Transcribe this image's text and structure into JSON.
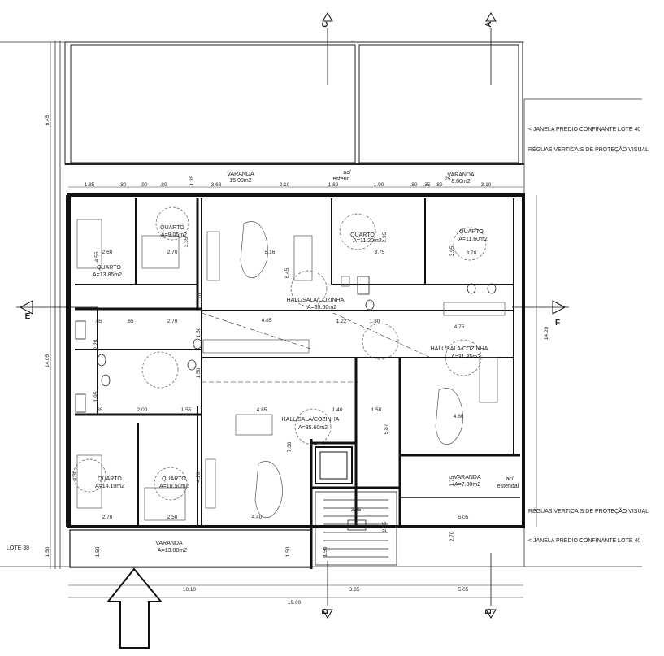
{
  "sections": {
    "a": "A",
    "b": "B",
    "c": "C",
    "d": "D",
    "e": "E",
    "f": "F"
  },
  "rooms": {
    "quarto_1": {
      "name": "QUARTO",
      "area": "A=9.05m2"
    },
    "quarto_2": {
      "name": "QUARTO",
      "area": "A=13.85m2"
    },
    "quarto_3": {
      "name": "QUARTO",
      "area": "A=11.20m2"
    },
    "quarto_4": {
      "name": "QUARTO",
      "area": "A=11.60m2"
    },
    "hall_1": {
      "name": "HALL/SALA/COZINHA",
      "area": "A=35.60m2"
    },
    "hall_2": {
      "name": "HALL/SALA/COZINHA",
      "area": "A=31.35m2"
    },
    "hall_3": {
      "name": "HALL/SALA/COZINHA",
      "area": "A=35.60m2"
    },
    "quarto_5": {
      "name": "QUARTO",
      "area": "A=14.10m2"
    },
    "quarto_6": {
      "name": "QUARTO",
      "area": "A=10.50m2"
    }
  },
  "varandas": {
    "top_left": {
      "name": "VARANDA",
      "area": "15.00m2"
    },
    "top_right": {
      "name": "VARANDA",
      "area": "8.60m2"
    },
    "bottom_left": {
      "name": "VARANDA",
      "area": "A=13.00m2"
    },
    "bottom_right": {
      "name": "VARANDA",
      "area": "A=7.80m2"
    }
  },
  "service": {
    "ac_1": "ac/",
    "estend_1": "estend",
    "ac_2": "ac/",
    "estend_2": "estendal"
  },
  "notes": {
    "janela_top": "< JANELA PRÉDIO CONFINANTE LOTE 40",
    "reguas_top": "RÉGUAS VERTICAIS DE PROTEÇÃO VISUAL",
    "reguas_bottom": "RÉGUAS VERTICAIS DE PROTEÇÃO VISUAL",
    "janela_bottom": "< JANELA PRÉDIO CONFINANTE LOTE 40",
    "lote": "LOTE 38"
  },
  "dims": {
    "top": [
      "1.85",
      ".80",
      ".90",
      ".80",
      "1.35",
      "3.63",
      "2.10",
      "1.80",
      "1.90",
      ".80",
      ".35",
      ".80",
      ".25",
      "3.10"
    ],
    "left": [
      "6.45",
      "14.05",
      "1.50"
    ],
    "right": "14.20",
    "bottom": [
      "10.10",
      "3.85",
      "5.05",
      "19.00"
    ],
    "inner": {
      "d_260": "2.60",
      "d_270a": "2.70",
      "d_455": "4.55",
      "d_335": "3.35",
      "d_516": "5.16",
      "d_645": "6.45",
      "d_295": "2.95",
      "d_375": "3.75",
      "d_370": "3.70",
      "d_395": "3.95",
      "d_110": "1.10",
      "d_485a": "4.85",
      "d_65a": ".65",
      "d_65b": ".65",
      "d_270b": "2.70",
      "d_150a": "1.50",
      "d_122": "1.22",
      "d_130": "1.30",
      "d_475": "4.75",
      "d_220": "2.20",
      "d_195": "1.95",
      "d_65c": ".65",
      "d_200": "2.00",
      "d_155": "1.55",
      "d_150b": "1.50",
      "d_485b": "4.85",
      "d_140": "1.40",
      "d_150c": "1.50",
      "d_587": "5.87",
      "d_480": "4.80",
      "d_730": "7.30",
      "d_430": "4.30",
      "d_420": "4.20",
      "d_270c": "2.70",
      "d_250": "2.50",
      "d_440": "4.40",
      "d_325": "3.25",
      "d_295b": "2.95",
      "d_175": "1.75",
      "d_505": "5.05",
      "d_270d": "2.70",
      "d_150d": "1.50",
      "d_150e": "1.50",
      "d_150f": "1.50"
    }
  }
}
